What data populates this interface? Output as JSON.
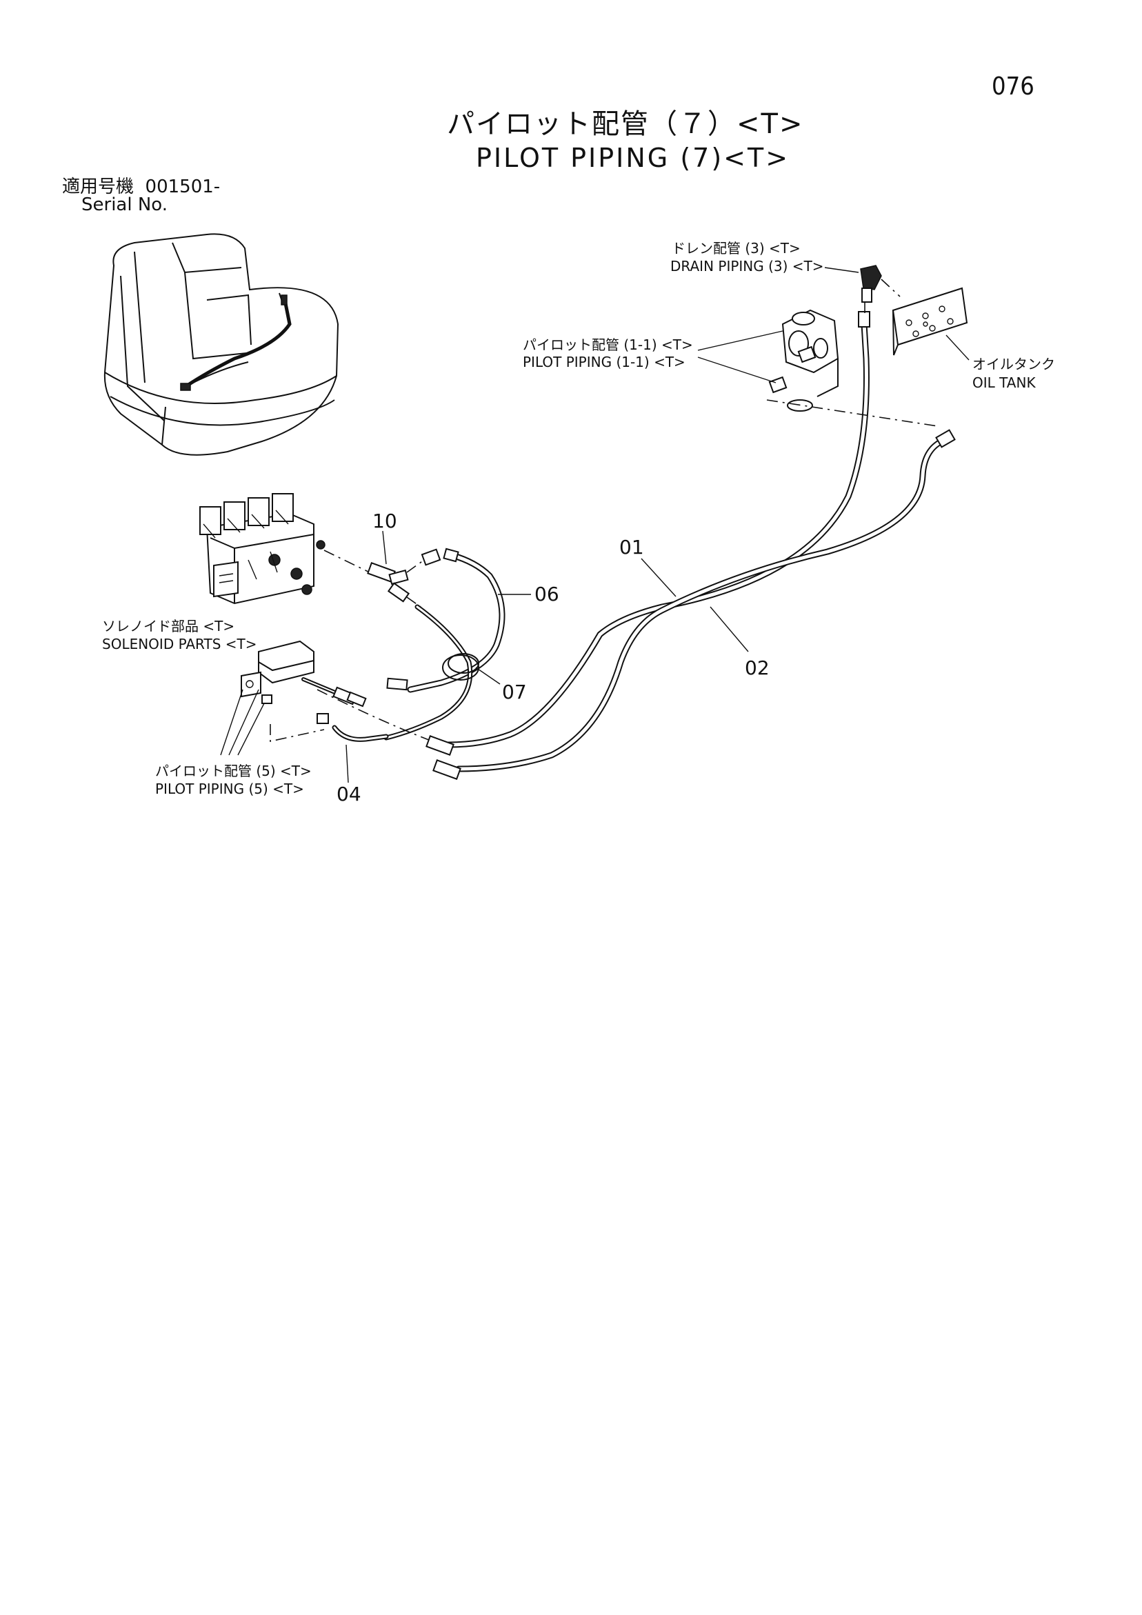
{
  "page_number": "076",
  "title_jp": "パイロット配管（７）<T>",
  "title_en": "PILOT PIPING (7)<T>",
  "serial_label_jp": "適用号機",
  "serial_value": "001501-",
  "serial_label_en": "Serial No.",
  "callouts": {
    "drain_jp": "ドレン配管 (3) <T>",
    "drain_en": "DRAIN PIPING (3) <T>",
    "pilot11_jp": "パイロット配管 (1-1) <T>",
    "pilot11_en": "PILOT PIPING (1-1) <T>",
    "oiltank_jp": "オイルタンク",
    "oiltank_en": "OIL TANK",
    "solenoid_jp": "ソレノイド部品 <T>",
    "solenoid_en": "SOLENOID PARTS <T>",
    "pilot5_jp": "パイロット配管 (5) <T>",
    "pilot5_en": "PILOT PIPING (5) <T>"
  },
  "part_numbers": {
    "p01": "01",
    "p02": "02",
    "p04": "04",
    "p06": "06",
    "p07": "07",
    "p10": "10"
  }
}
